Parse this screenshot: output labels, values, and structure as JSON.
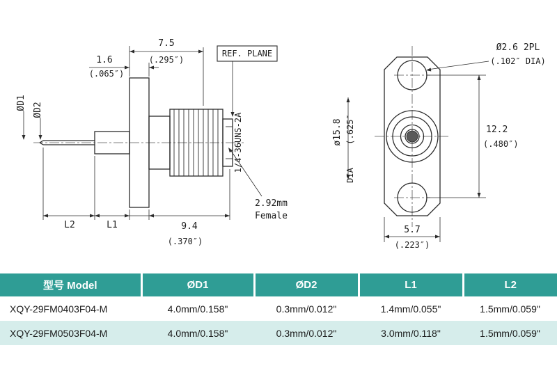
{
  "colors": {
    "header_bg": "#2F9D95",
    "header_text": "#FFFFFF",
    "row_alt_bg": "#D6EDEB",
    "row_text": "#1A1A1A",
    "drawing_line": "#2B2B2B"
  },
  "side_view": {
    "dim_length_thread": "7.5",
    "dim_length_thread_in": "(.295″)",
    "dim_flange_thickness": "1.6",
    "dim_flange_thickness_in": "(.065″)",
    "ref_plane": "REF. PLANE",
    "d1": "ØD1",
    "d2": "ØD2",
    "thread_spec": "1/4-36UNS-2A",
    "interface_line1": "2.92mm",
    "interface_line2": "Female",
    "l2": "L2",
    "l1": "L1",
    "dim_body_length": "9.4",
    "dim_body_length_in": "(.370″)"
  },
  "front_view": {
    "hole_callout": "Ø2.6  2PL",
    "hole_callout_in": "(.102″  DIA)",
    "flange_dia": "ø15.8",
    "flange_dia_in": "(.625″",
    "flange_dia_suffix": "DIA",
    "hole_spacing": "12.2",
    "hole_spacing_in": "(.480″)",
    "flange_width": "5.7",
    "flange_width_in": "(.223″)"
  },
  "table": {
    "headers": [
      "型号 Model",
      "ØD1",
      "ØD2",
      "L1",
      "L2"
    ],
    "rows": [
      [
        "XQY-29FM0403F04-M",
        "4.0mm/0.158\"",
        "0.3mm/0.012\"",
        "1.4mm/0.055\"",
        "1.5mm/0.059\""
      ],
      [
        "XQY-29FM0503F04-M",
        "4.0mm/0.158\"",
        "0.3mm/0.012\"",
        "3.0mm/0.118\"",
        "1.5mm/0.059\""
      ]
    ]
  }
}
